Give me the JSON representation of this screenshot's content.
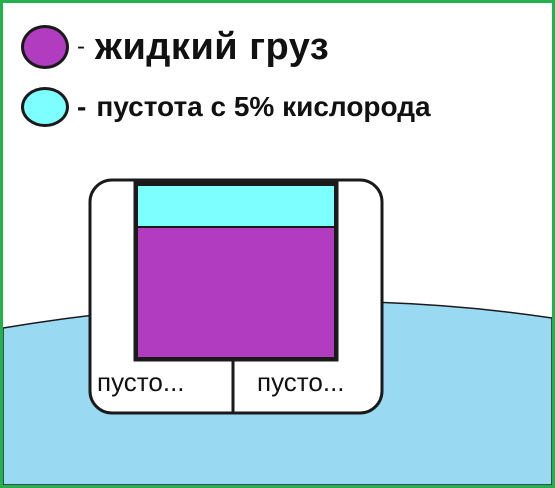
{
  "legend": {
    "items": [
      {
        "dash": "-",
        "label": "жидкий груз",
        "color": "#b23cc0"
      },
      {
        "dash": "-",
        "label": "пустота с 5% кислорода",
        "color": "#7dffff"
      }
    ]
  },
  "ship": {
    "left_hold_label": "пусто...",
    "right_hold_label": "пусто...",
    "cargo_fill_fraction": 0.76
  },
  "colors": {
    "frame": "#22b14c",
    "water": "#99d9f1",
    "outline": "#1a1a1a",
    "hull": "#ffffff"
  }
}
